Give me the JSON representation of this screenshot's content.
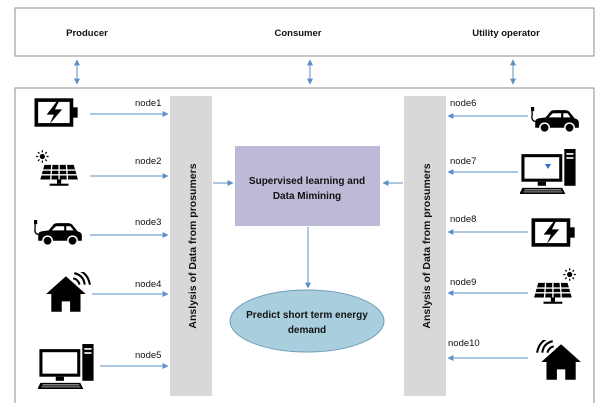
{
  "top_bar": {
    "producer": "Producer",
    "consumer": "Consumer",
    "utility": "Utility operator"
  },
  "left_column": {
    "label": "Anslysis of Data from prosumers"
  },
  "right_column": {
    "label": "Anslysis of Data from prosumers"
  },
  "center_box": {
    "line1": "Supervised learning and",
    "line2": "Data Mimining"
  },
  "prediction": {
    "line1": "Predict short term energy",
    "line2": "demand"
  },
  "left_nodes": [
    {
      "label": "node1",
      "icon": "battery-icon"
    },
    {
      "label": "node2",
      "icon": "solar-panel-icon"
    },
    {
      "label": "node3",
      "icon": "electric-car-icon"
    },
    {
      "label": "node4",
      "icon": "smart-home-icon"
    },
    {
      "label": "node5",
      "icon": "computer-icon"
    }
  ],
  "right_nodes": [
    {
      "label": "node6",
      "icon": "electric-car-icon"
    },
    {
      "label": "node7",
      "icon": "computer-icon"
    },
    {
      "label": "node8",
      "icon": "battery-icon"
    },
    {
      "label": "node9",
      "icon": "solar-panel-icon"
    },
    {
      "label": "node10",
      "icon": "smart-home-icon"
    }
  ],
  "colors": {
    "arrow": "#5b8fc7",
    "column_fill": "#d8d8d8",
    "center_fill": "#bcbad6",
    "ellipse_fill": "#a9cfdf",
    "ellipse_stroke": "#6f9fb9"
  }
}
